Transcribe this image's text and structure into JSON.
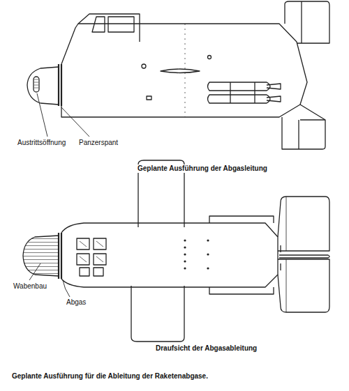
{
  "diagram": {
    "caption": "Geplante Ausführung für die Ableitung der Raketenabgase.",
    "labels": [
      "Austrittsöffnung",
      "Panzerspant",
      "Geplante Ausführung der Abgasleitung",
      "Wabenbau",
      "Abgas",
      "Draufsicht der Abgasableitung"
    ]
  }
}
